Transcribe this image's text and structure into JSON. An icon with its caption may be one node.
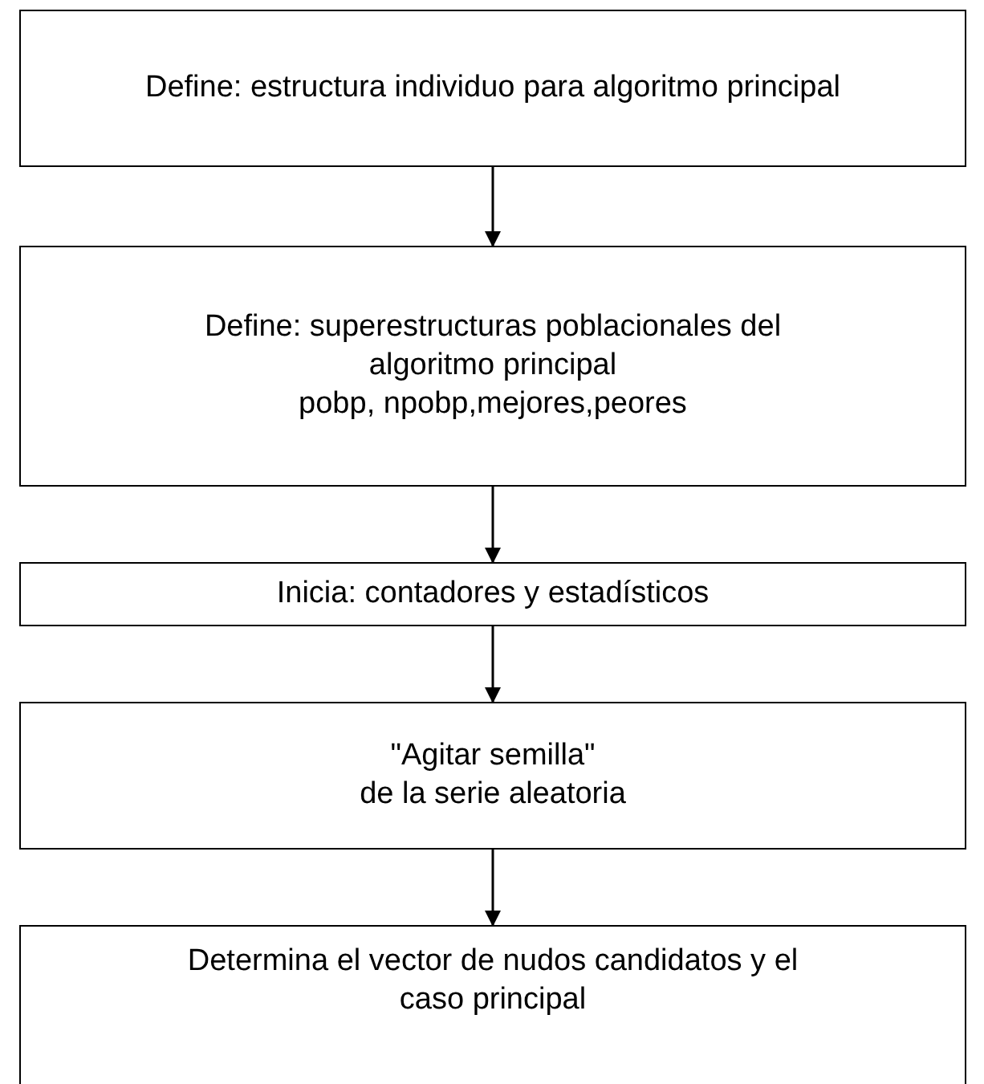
{
  "diagram": {
    "nodes": [
      {
        "text": [
          "Define: estructura individuo para algoritmo principal"
        ]
      },
      {
        "text": [
          "Define: superestructuras poblacionales del algoritmo principal",
          "pobp, npobp,mejores,peores"
        ]
      },
      {
        "text": [
          "Inicia: contadores y estadísticos"
        ]
      },
      {
        "text": [
          "\"Agitar semilla\"",
          "de la serie aleatoria"
        ]
      },
      {
        "text": [
          "Determina el vector de nudos candidatos y el caso principal"
        ]
      }
    ],
    "edges": [
      {
        "from": 0,
        "to": 1,
        "arrow": "to"
      },
      {
        "from": 1,
        "to": 2,
        "arrow": "to"
      },
      {
        "from": 2,
        "to": 3,
        "arrow": "to"
      },
      {
        "from": 3,
        "to": 4,
        "arrow": "to"
      }
    ]
  }
}
